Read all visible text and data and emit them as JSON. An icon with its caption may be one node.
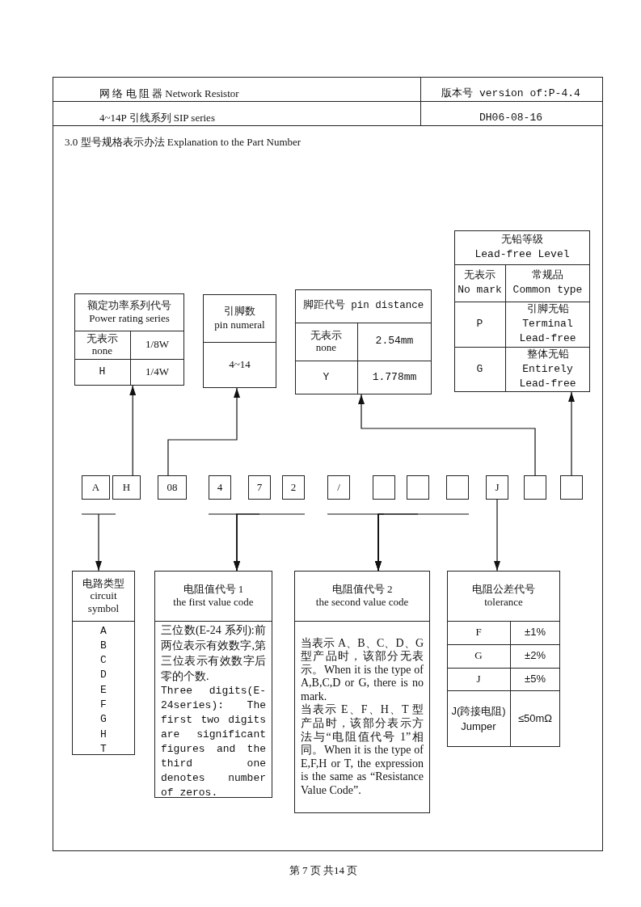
{
  "diagram": {
    "title": "3.0 型号规格表示办法 Explanation to the Part Number",
    "nodes": [
      {
        "text": [
          "额定功率系列代号 Power rating series",
          "无表示 none",
          "1/8W",
          "H",
          "1/4W"
        ]
      },
      {
        "text": [
          "引脚数 pin numeral",
          "4~14"
        ]
      },
      {
        "text": [
          "脚距代号 pin distance",
          "无表示 none",
          "2.54mm",
          "Y",
          "1.778mm"
        ]
      },
      {
        "text": [
          "无铅等级 Lead-free Level",
          "无表示 No mark",
          "常规品 Common type",
          "P",
          "引脚无铅 Terminal Lead-free",
          "G",
          "整体无铅 Entirely Lead-free"
        ]
      },
      {
        "text": [
          "A"
        ]
      },
      {
        "text": [
          "H"
        ]
      },
      {
        "text": [
          "08"
        ]
      },
      {
        "text": [
          "4"
        ]
      },
      {
        "text": [
          "7"
        ]
      },
      {
        "text": [
          "2"
        ]
      },
      {
        "text": [
          "/"
        ]
      },
      {
        "text": [],
        "shape": "box"
      },
      {
        "text": [],
        "shape": "box"
      },
      {
        "text": [],
        "shape": "box"
      },
      {
        "text": [
          "J"
        ]
      },
      {
        "text": [],
        "shape": "box"
      },
      {
        "text": [],
        "shape": "box"
      },
      {
        "text": [
          "电路类型 circuit symbol",
          "A",
          "B",
          "C",
          "D",
          "E",
          "F",
          "G",
          "H",
          "T"
        ]
      },
      {
        "text": [
          "电阻值代号 1 the first value code",
          "三位数(E-24 系列):前两位表示有效数字,第三位表示有效数字后零的个数.",
          "Three digits(E-24series): The first two digits are significant figures and the third one denotes number of zeros."
        ]
      },
      {
        "text": [
          "电阻值代号 2 the second value code",
          "当表示 A、B、C、D、G 型产品时，该部分无表示。When it is the type of A,B,C,D or G, there is no mark.",
          "当表示 E、F、H、T 型产品时，该部分表示方法与“电阻值代号 1”相同。When it is the type of E,F,H or T, the expression is the same as “Resistance Value Code”."
        ]
      },
      {
        "text": [
          "电阻公差代号 tolerance",
          "F",
          "±1%",
          "G",
          "±2%",
          "J",
          "±5%",
          "J(跨接电阻) Jumper",
          "≤50mΩ"
        ]
      }
    ],
    "edges": [
      {
        "from": 5,
        "to": 0,
        "arrow": "to"
      },
      {
        "from": 6,
        "to": 1,
        "arrow": "to"
      },
      {
        "from": 15,
        "to": 2,
        "arrow": "to"
      },
      {
        "from": 16,
        "to": 3,
        "arrow": "to"
      },
      {
        "from": 4,
        "to": 17,
        "arrow": "to"
      },
      {
        "from": 7,
        "to": 18,
        "arrow": "to"
      },
      {
        "from": 8,
        "to": 18,
        "arrow": "to"
      },
      {
        "from": 9,
        "to": 18,
        "arrow": "to"
      },
      {
        "from": 10,
        "to": 19,
        "arrow": "to"
      },
      {
        "from": 11,
        "to": 19,
        "arrow": "to"
      },
      {
        "from": 12,
        "to": 19,
        "arrow": "to"
      },
      {
        "from": 13,
        "to": 19,
        "arrow": "to"
      },
      {
        "from": 14,
        "to": 20,
        "arrow": "to"
      }
    ],
    "labels": [
      "网 络 电 阻 器 Network Resistor",
      "版本号 version of:P-4.4",
      "4~14P 引线系列 SIP series",
      "DH06-08-16",
      "第 7 页 共14 页"
    ]
  }
}
